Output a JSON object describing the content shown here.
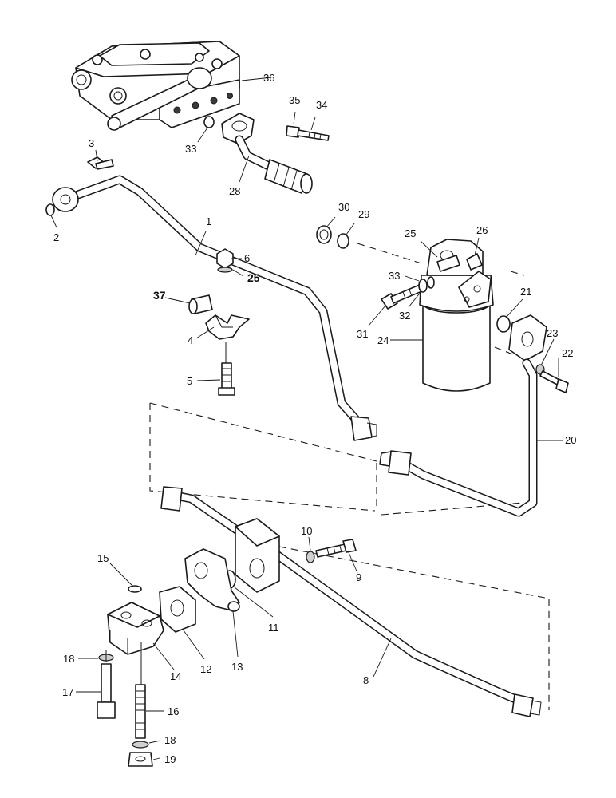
{
  "colors": {
    "ink": "#1a1a1a",
    "paper": "#ffffff",
    "shade": "#cfcfcf"
  },
  "labels": {
    "l1": "1",
    "l2": "2",
    "l3": "3",
    "l4": "4",
    "l5": "5",
    "l6": "6",
    "l8": "8",
    "l9": "9",
    "l10": "10",
    "l11": "11",
    "l12": "12",
    "l13": "13",
    "l14": "14",
    "l15": "15",
    "l16": "16",
    "l17": "17",
    "l18a": "18",
    "l18b": "18",
    "l19": "19",
    "l20": "20",
    "l21": "21",
    "l22": "22",
    "l23": "23",
    "l24": "24",
    "l25a": "25",
    "l25b": "25",
    "l26": "26",
    "l28": "28",
    "l29": "29",
    "l30": "30",
    "l31": "31",
    "l32": "32",
    "l33a": "33",
    "l33b": "33",
    "l34": "34",
    "l35": "35",
    "l36": "36",
    "l37": "37"
  }
}
